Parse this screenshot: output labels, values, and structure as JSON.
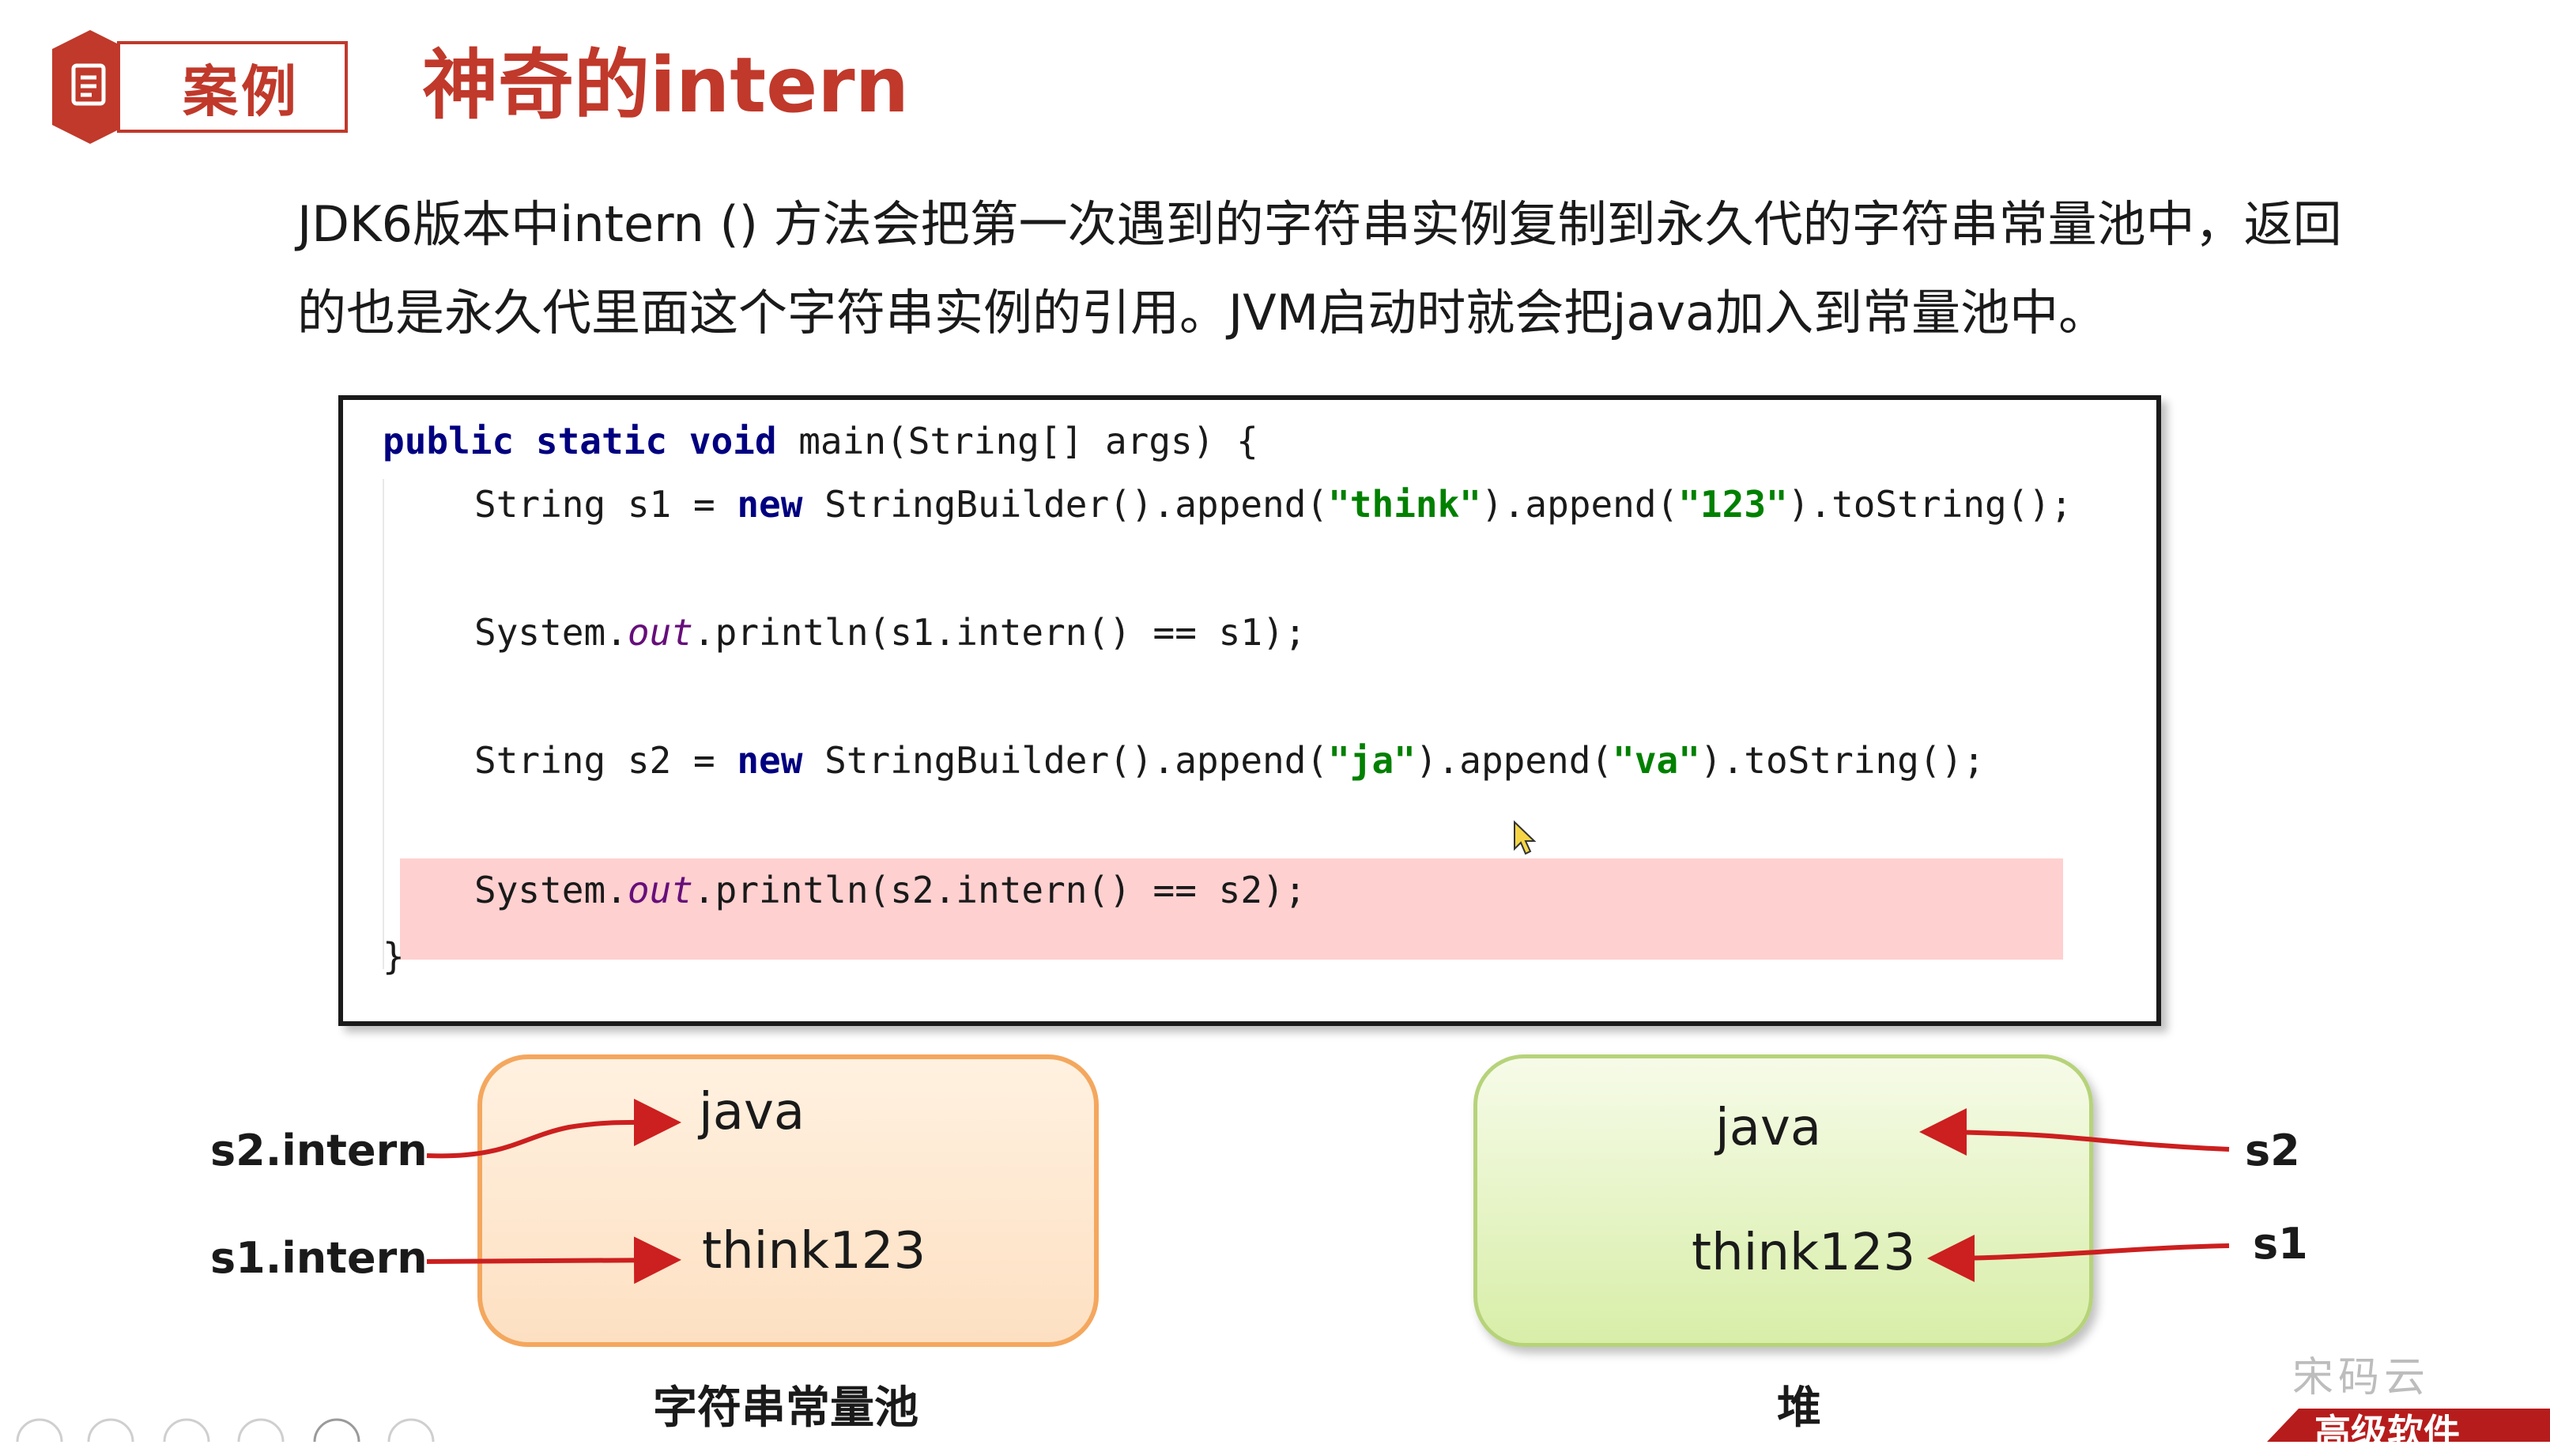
{
  "header": {
    "badge_label": "案例",
    "title": "神奇的intern",
    "colors": {
      "accent": "#c0392b"
    },
    "icon": "document-icon"
  },
  "description": {
    "line1": "JDK6版本中intern () 方法会把第一次遇到的字符串实例复制到永久代的字符串常量池中，返回",
    "line2": "的也是永久代里面这个字符串实例的引用。JVM启动时就会把java加入到常量池中。"
  },
  "code": {
    "signature": {
      "kw1": "public",
      "kw2": "static",
      "kw3": "void",
      "rest": "main(String[] args) {"
    },
    "line_s1": {
      "pre": "String s1 = ",
      "kw": "new",
      "mid1": " StringBuilder().append(",
      "str1": "\"think\"",
      "mid2": ").append(",
      "str2": "\"123\"",
      "post": ").toString();"
    },
    "line_print1": {
      "pre": "System.",
      "field": "out",
      "post": ".println(s1.intern() == s1);"
    },
    "line_s2": {
      "pre": "String s2 = ",
      "kw": "new",
      "mid1": " StringBuilder().append(",
      "str1": "\"ja\"",
      "mid2": ").append(",
      "str2": "\"va\"",
      "post": ").toString();"
    },
    "line_print2": {
      "pre": "System.",
      "field": "out",
      "post": ".println(s2.intern() == s2);"
    },
    "closing": "}",
    "highlight_color": "#ffd0d0"
  },
  "diagram": {
    "string_pool": {
      "caption": "字符串常量池",
      "items": [
        "java",
        "think123"
      ],
      "refs": [
        "s2.intern",
        "s1.intern"
      ]
    },
    "heap": {
      "caption": "堆",
      "items": [
        "java",
        "think123"
      ],
      "refs": [
        "s2",
        "s1"
      ]
    },
    "arrow_color": "#cc1f1f"
  },
  "footer": {
    "corner_text": "高级软件",
    "watermark": "宋码云"
  }
}
